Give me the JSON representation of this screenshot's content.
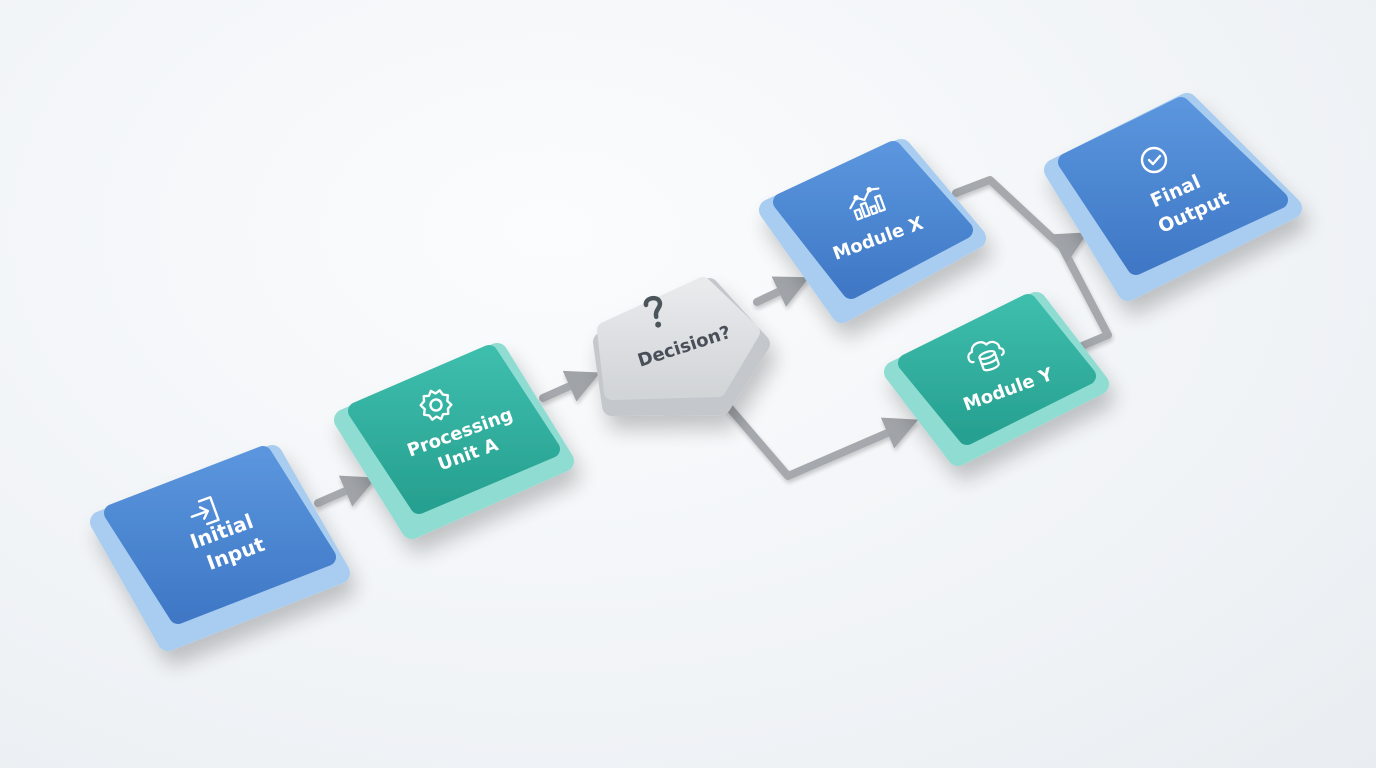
{
  "nodes": {
    "initial_input": {
      "line1": "Initial",
      "line2": "Input",
      "icon": "enter-icon",
      "color": "#4a86d4"
    },
    "processing_unit_a": {
      "line1": "Processing",
      "line2": "Unit A",
      "icon": "gear-icon",
      "color": "#2fae9e"
    },
    "decision": {
      "line1": "Decision?",
      "icon": "question-mark-icon",
      "color": "#d9dbde"
    },
    "module_x": {
      "line1": "Module X",
      "icon": "chart-icon",
      "color": "#4a86d4"
    },
    "module_y": {
      "line1": "Module Y",
      "icon": "cloud-database-icon",
      "color": "#2fae9e"
    },
    "final_output": {
      "line1": "Final",
      "line2": "Output",
      "icon": "check-circle-icon",
      "color": "#4a86d4"
    }
  },
  "colors": {
    "blue_face": "#4a86d4",
    "blue_base": "#a9cdf0",
    "teal_face": "#2fae9e",
    "teal_base": "#8fdcd2",
    "gray_face": "#dcdee1",
    "gray_base": "#c4c8cc",
    "connector": "#a5a9ad"
  }
}
